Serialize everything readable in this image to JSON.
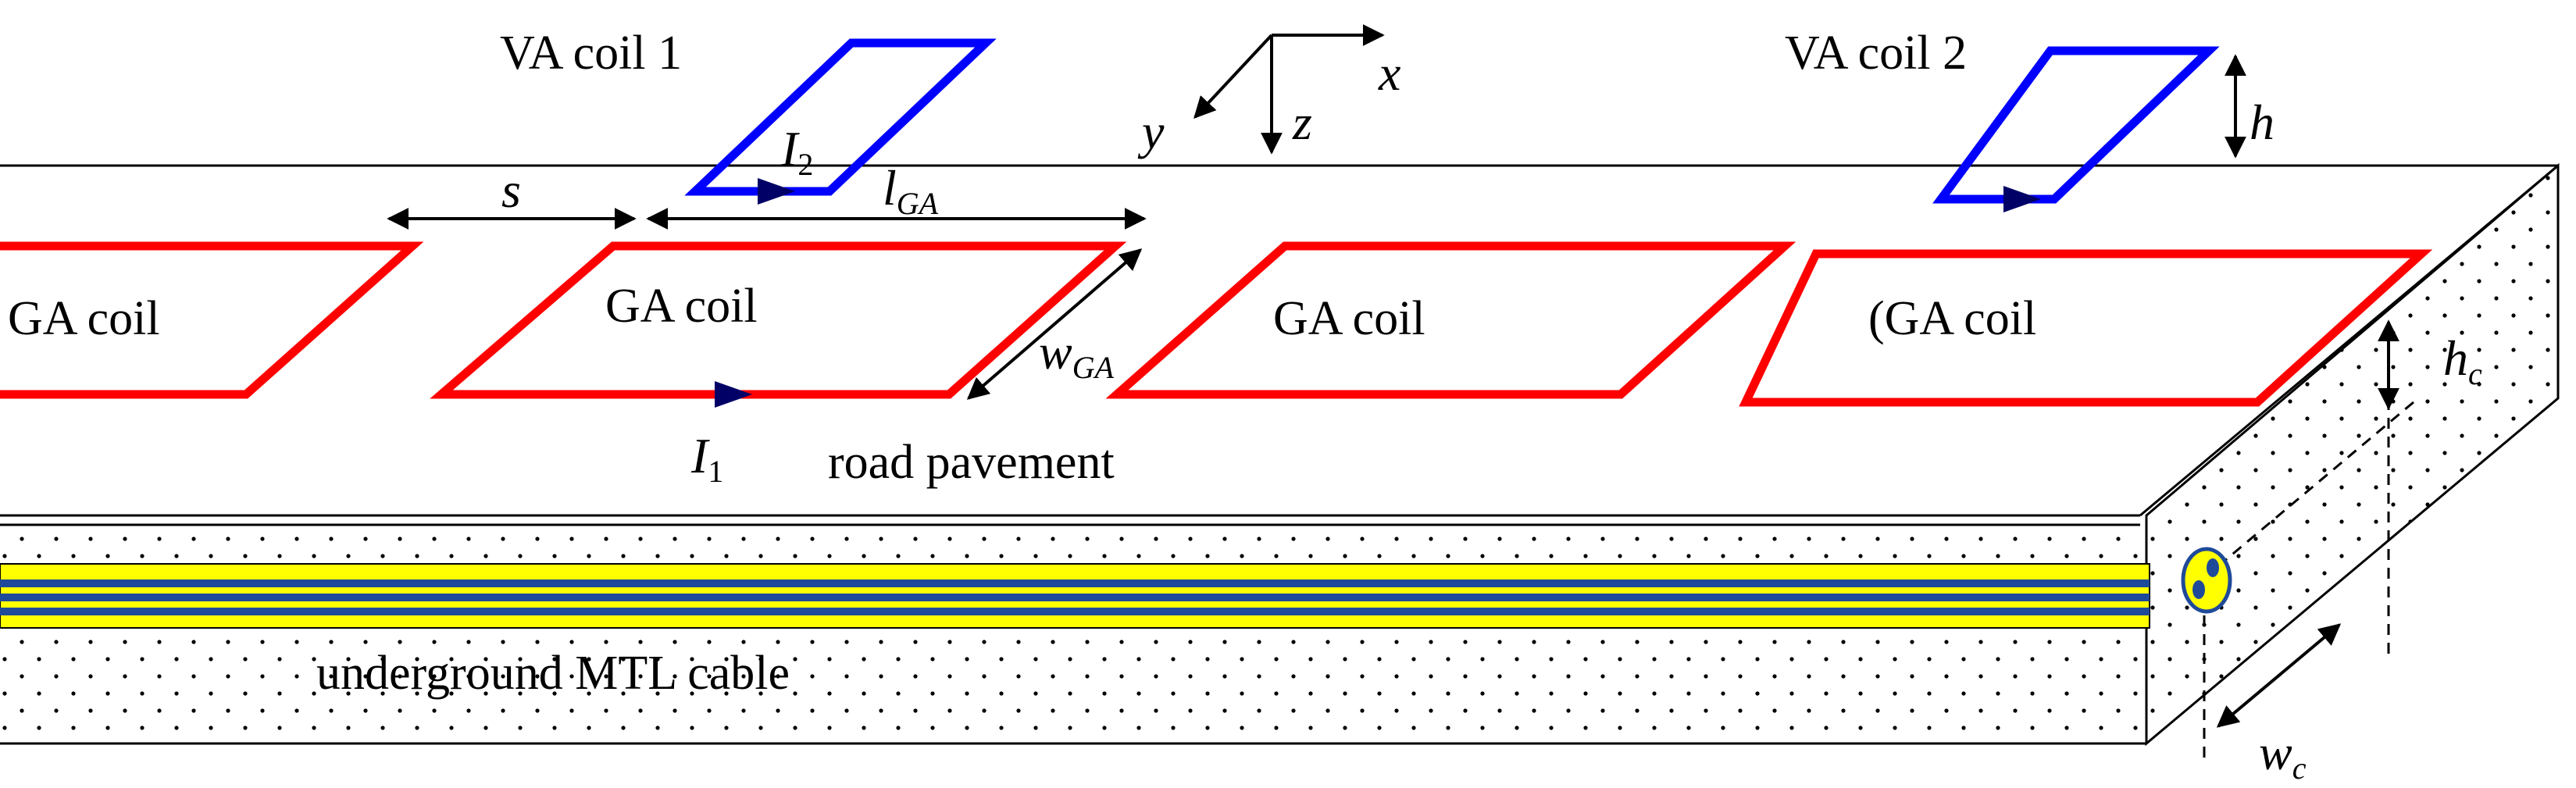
{
  "colors": {
    "ga_coil": "#ff0000",
    "va_coil": "#0000ff",
    "arrow_head": "#000066",
    "cable_yellow": "#ffff00",
    "cable_blue": "#1f4a99",
    "outline": "#000000",
    "dots": "#000000"
  },
  "labels": {
    "va_coil_1": "VA coil 1",
    "va_coil_2": "VA coil 2",
    "ga_coil_a": "GA coil",
    "ga_coil_b": "GA coil",
    "ga_coil_c": "GA coil",
    "ga_coil_d": "(GA coil",
    "road_pavement": "road pavement",
    "underground_cable": "underground MTL cable"
  },
  "symbols": {
    "s": "s",
    "l_ga_main": "l",
    "l_ga_sub": "GA",
    "w_ga_main": "w",
    "w_ga_sub": "GA",
    "i1_main": "I",
    "i1_sub": "1",
    "i2_main": "I",
    "i2_sub": "2",
    "h": "h",
    "hc_main": "h",
    "hc_sub": "c",
    "wc_main": "w",
    "wc_sub": "c"
  },
  "axes": {
    "x": "x",
    "y": "y",
    "z": "z"
  }
}
